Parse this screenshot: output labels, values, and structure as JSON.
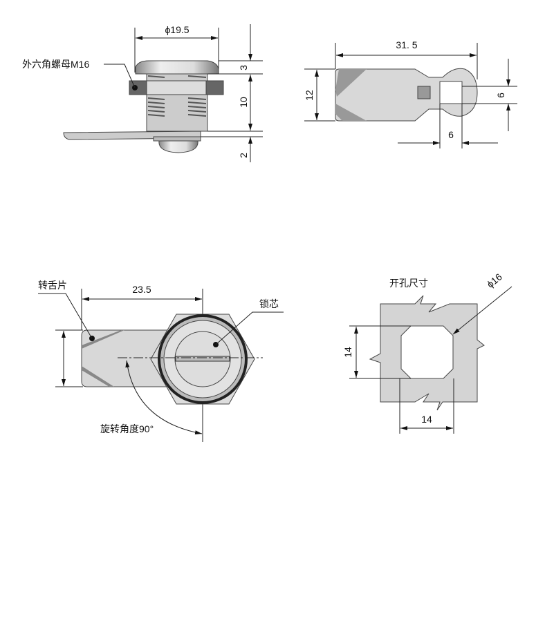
{
  "views": {
    "side": {
      "diameter_label": "ϕ19.5",
      "nut_label": "外六角螺母M16",
      "dim_cap": "3",
      "dim_body": "10",
      "dim_tongue": "2"
    },
    "tongue": {
      "length_label": "31. 5",
      "width_label": "12",
      "hole_height_label": "6",
      "hole_width_label": "6"
    },
    "front": {
      "tongue_label": "转舌片",
      "core_label": "锁芯",
      "offset_label": "23.5",
      "rotation_label": "旋转角度90°"
    },
    "cutout": {
      "title": "开孔尺寸",
      "diameter_label": "ϕ16",
      "height_label": "14",
      "width_label": "14"
    }
  },
  "colors": {
    "metal": "#d6d6d6",
    "dark": "#555555",
    "line": "#222222"
  }
}
